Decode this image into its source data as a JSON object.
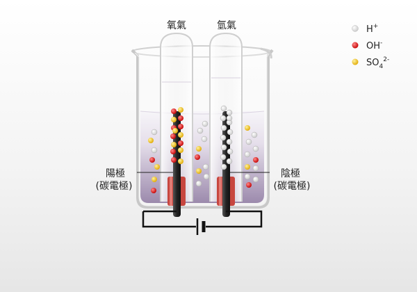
{
  "gas_labels": {
    "oxygen": "氧氣",
    "hydrogen": "氫氣"
  },
  "electrodes": {
    "anode": {
      "name": "陽極",
      "material": "(碳電極)"
    },
    "cathode": {
      "name": "陰極",
      "material": "(碳電極)"
    }
  },
  "legend": [
    {
      "base": "H",
      "sub": "",
      "sup": "+",
      "color": "#ffffff",
      "icon": "white-ball-icon"
    },
    {
      "base": "OH",
      "sub": "",
      "sup": "-",
      "color": "#e01f1f",
      "icon": "red-ball-icon"
    },
    {
      "base": "SO",
      "sub": "4",
      "sup": "2-",
      "color": "#f2c500",
      "icon": "yellow-ball-icon"
    }
  ]
}
